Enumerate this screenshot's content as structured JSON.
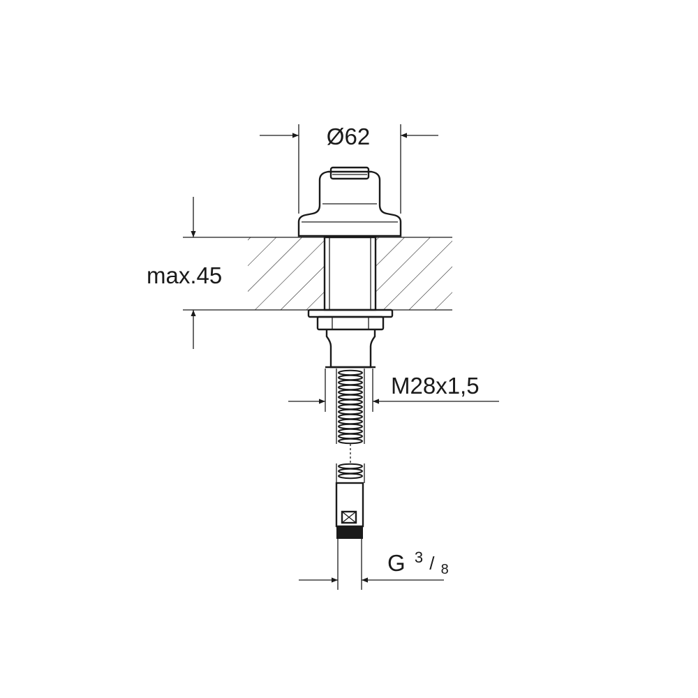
{
  "dimensions": {
    "diameter_symbol": "Ø",
    "diameter_value": "62",
    "thickness": "max.45",
    "thread": "M28x1,5",
    "connection_prefix": "G",
    "connection_numerator": "3",
    "connection_slash": "/",
    "connection_denominator": "8"
  },
  "colors": {
    "line": "#1a1a1a",
    "background": "#ffffff"
  }
}
